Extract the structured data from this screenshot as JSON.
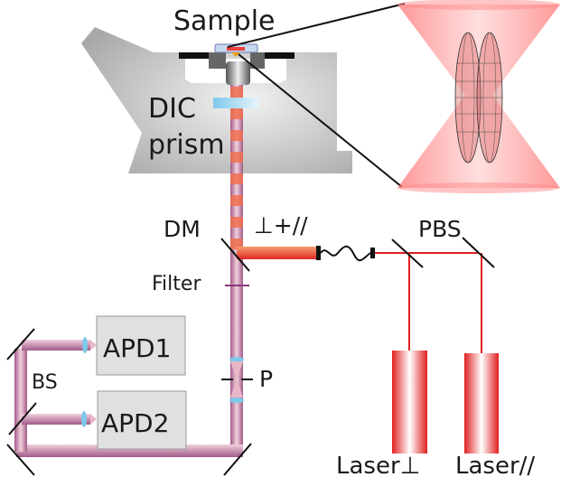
{
  "labels": {
    "sample": "Sample",
    "dic_prism_line1": "DIC",
    "dic_prism_line2": "prism",
    "dm": "DM",
    "polarization": "⊥+//",
    "pbs": "PBS",
    "filter": "Filter",
    "pinhole": "P",
    "bs": "BS",
    "apd1": "APD1",
    "apd2": "APD2",
    "laser_perp": "Laser⊥",
    "laser_par": "Laser//"
  },
  "colors": {
    "laser_red": "#e02020",
    "excitation_orange": "#f08a5a",
    "emission_pink": "#c890a8",
    "lens_blue": "#7ec8ea",
    "body_gray": "#d9d9d9"
  }
}
